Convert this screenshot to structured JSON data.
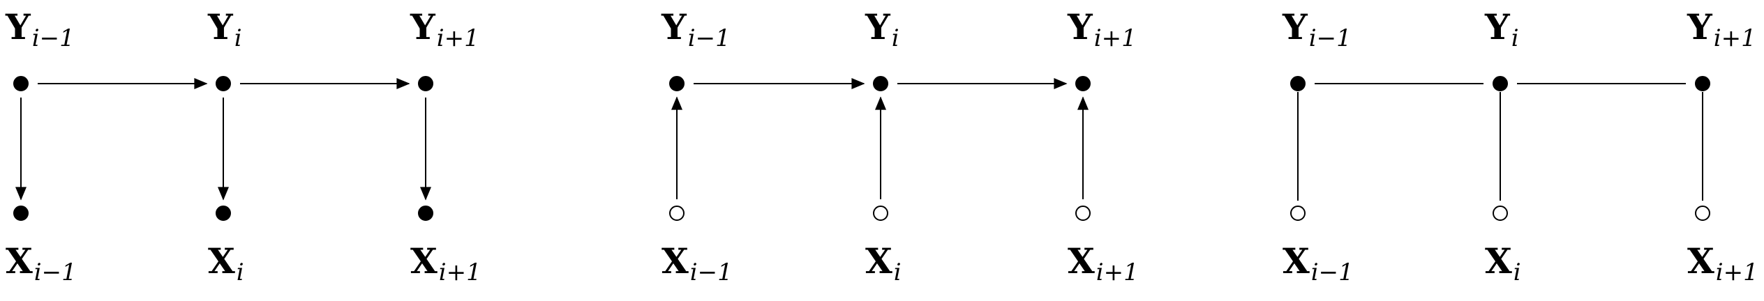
{
  "colors": {
    "stroke": "#000000",
    "filled_node": "#000000",
    "open_node_fill": "#ffffff",
    "background": "#ffffff"
  },
  "panels": [
    {
      "id": "directed-generative",
      "edge_style": "directed",
      "y_nodes": [
        {
          "base": "Y",
          "sub": "i−1",
          "filled": true
        },
        {
          "base": "Y",
          "sub": "i",
          "filled": true
        },
        {
          "base": "Y",
          "sub": "i+1",
          "filled": true
        }
      ],
      "x_nodes": [
        {
          "base": "X",
          "sub": "i−1",
          "filled": true
        },
        {
          "base": "X",
          "sub": "i",
          "filled": true
        },
        {
          "base": "X",
          "sub": "i+1",
          "filled": true
        }
      ],
      "chain_edges": [
        {
          "from": 0,
          "to": 1
        },
        {
          "from": 1,
          "to": 2
        }
      ],
      "vertical_edges": [
        "down",
        "down",
        "down"
      ]
    },
    {
      "id": "directed-conditional",
      "edge_style": "directed",
      "y_nodes": [
        {
          "base": "Y",
          "sub": "i−1",
          "filled": true
        },
        {
          "base": "Y",
          "sub": "i",
          "filled": true
        },
        {
          "base": "Y",
          "sub": "i+1",
          "filled": true
        }
      ],
      "x_nodes": [
        {
          "base": "X",
          "sub": "i−1",
          "filled": false
        },
        {
          "base": "X",
          "sub": "i",
          "filled": false
        },
        {
          "base": "X",
          "sub": "i+1",
          "filled": false
        }
      ],
      "chain_edges": [
        {
          "from": 0,
          "to": 1
        },
        {
          "from": 1,
          "to": 2
        }
      ],
      "vertical_edges": [
        "up",
        "up",
        "up"
      ]
    },
    {
      "id": "undirected",
      "edge_style": "undirected",
      "y_nodes": [
        {
          "base": "Y",
          "sub": "i−1",
          "filled": true
        },
        {
          "base": "Y",
          "sub": "i",
          "filled": true
        },
        {
          "base": "Y",
          "sub": "i+1",
          "filled": true
        }
      ],
      "x_nodes": [
        {
          "base": "X",
          "sub": "i−1",
          "filled": false
        },
        {
          "base": "X",
          "sub": "i",
          "filled": false
        },
        {
          "base": "X",
          "sub": "i+1",
          "filled": false
        }
      ],
      "chain_edges": [
        {
          "from": 0,
          "to": 1
        },
        {
          "from": 1,
          "to": 2
        }
      ],
      "vertical_edges": [
        "none",
        "none",
        "none"
      ]
    }
  ]
}
